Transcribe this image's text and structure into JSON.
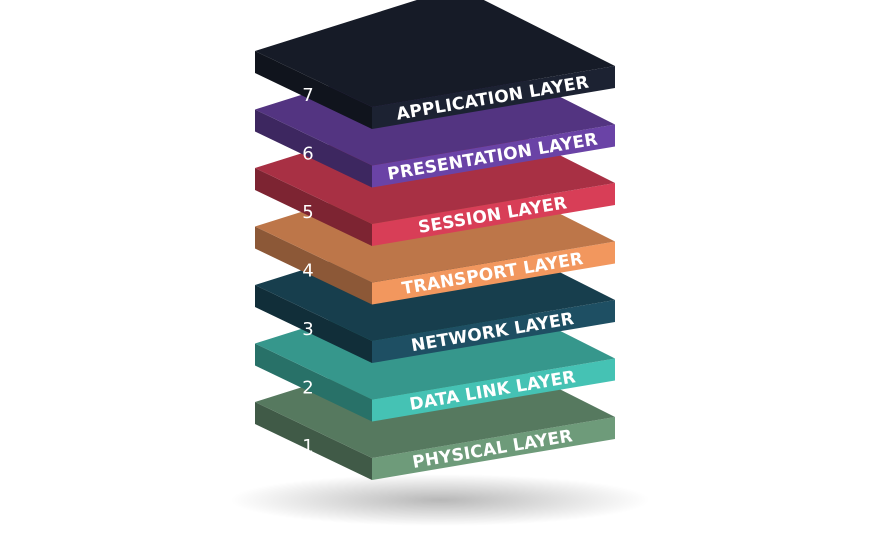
{
  "layers": [
    {
      "number": "1",
      "label": "PHYSICAL LAYER",
      "color": "#6E9B7A"
    },
    {
      "number": "2",
      "label": "DATA LINK LAYER",
      "color": "#45C2B4"
    },
    {
      "number": "3",
      "label": "NETWORK LAYER",
      "color": "#1E4F63"
    },
    {
      "number": "4",
      "label": "TRANSPORT LAYER",
      "color": "#F2975E"
    },
    {
      "number": "5",
      "label": "SESSION LAYER",
      "color": "#D83E57"
    },
    {
      "number": "6",
      "label": "PRESENTATION LAYER",
      "color": "#6A43A6"
    },
    {
      "number": "7",
      "label": "APPLICATION LAYER",
      "color": "#1C2232"
    }
  ]
}
